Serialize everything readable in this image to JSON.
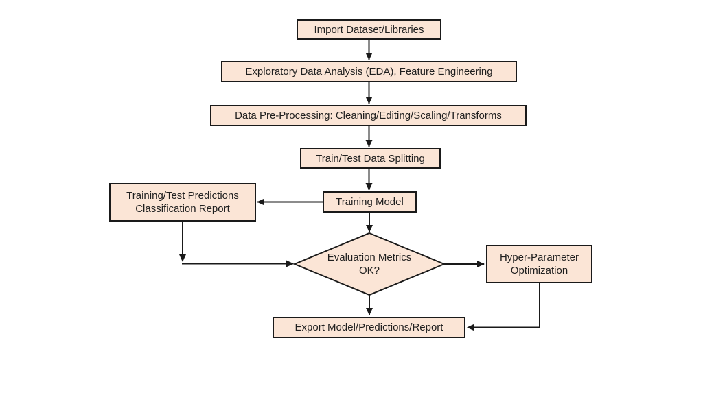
{
  "diagram": {
    "type": "flowchart",
    "background_color": "#FFFFFF",
    "node_fill_color": "#FBE5D6",
    "node_border_color": "#1A1A1A",
    "text_color": "#1F1F1F",
    "connector_color": "#1A1A1A",
    "nodes": {
      "import": {
        "label": "Import Dataset/Libraries",
        "shape": "rectangle"
      },
      "eda": {
        "label": "Exploratory Data Analysis (EDA), Feature Engineering",
        "shape": "rectangle"
      },
      "preprocessing": {
        "label": "Data Pre-Processing: Cleaning/Editing/Scaling/Transforms",
        "shape": "rectangle"
      },
      "split": {
        "label": "Train/Test Data Splitting",
        "shape": "rectangle"
      },
      "training": {
        "label": "Training Model",
        "shape": "rectangle"
      },
      "report": {
        "label": "Training/Test Predictions\nClassification Report",
        "shape": "rectangle"
      },
      "decision": {
        "label": "Evaluation Metrics\nOK?",
        "shape": "diamond"
      },
      "hyperparameter": {
        "label": "Hyper-Parameter\nOptimization",
        "shape": "rectangle"
      },
      "export": {
        "label": "Export Model/Predictions/Report",
        "shape": "rectangle"
      }
    },
    "edges": [
      {
        "from": "import",
        "to": "eda"
      },
      {
        "from": "eda",
        "to": "preprocessing"
      },
      {
        "from": "preprocessing",
        "to": "split"
      },
      {
        "from": "split",
        "to": "training"
      },
      {
        "from": "training",
        "to": "report"
      },
      {
        "from": "training",
        "to": "decision"
      },
      {
        "from": "report",
        "to": "decision"
      },
      {
        "from": "decision",
        "to": "hyperparameter"
      },
      {
        "from": "decision",
        "to": "export"
      },
      {
        "from": "hyperparameter",
        "to": "export"
      }
    ]
  }
}
